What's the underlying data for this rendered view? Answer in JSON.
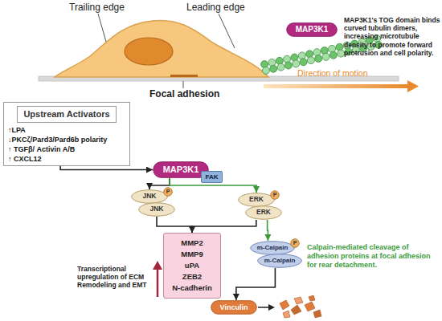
{
  "diagram": {
    "nodes": [
      {
        "text": [
          "MAP3K1"
        ]
      },
      {
        "text": [
          "Upstream Activators",
          "↑LPA",
          "↓PKCζ/Pard3/Pard6b polarity",
          "↑ TGFβ/ Activin A/B",
          "↑ CXCL12"
        ]
      },
      {
        "text": [
          "MAP3K1"
        ]
      },
      {
        "text": [
          "FAK"
        ]
      },
      {
        "text": [
          "JNK"
        ]
      },
      {
        "text": [
          "P"
        ]
      },
      {
        "text": [
          "JNK"
        ]
      },
      {
        "text": [
          "ERK"
        ]
      },
      {
        "text": [
          "P"
        ]
      },
      {
        "text": [
          "ERK"
        ]
      },
      {
        "text": [
          "MMP2",
          "MMP9",
          "uPA",
          "ZEB2",
          "N-cadherin"
        ]
      },
      {
        "text": [
          "m-Calpain"
        ]
      },
      {
        "text": [
          "P"
        ]
      },
      {
        "text": [
          "m-Calpain"
        ]
      },
      {
        "text": [
          "Vinculin"
        ]
      }
    ],
    "edges": [
      {
        "from": 1,
        "to": 2,
        "arrow": "to"
      },
      {
        "from": 2,
        "to": 4,
        "arrow": "to"
      },
      {
        "from": 2,
        "to": 7,
        "arrow": "to"
      },
      {
        "from": 6,
        "to": 10,
        "arrow": "to"
      },
      {
        "from": 9,
        "to": 10,
        "arrow": "to"
      },
      {
        "from": 9,
        "to": 11,
        "arrow": "to"
      },
      {
        "from": 13,
        "to": 14,
        "arrow": "to"
      }
    ],
    "labels": [
      "Trailing edge",
      "Leading edge",
      "MAP3K1's TOG domain binds curved tubulin dimers, increasing microtubule density to promote forward protrusion and cell polarity.",
      "Focal adhesion",
      "Direction of motion",
      "Transcriptional upregulation of ECM Remodeling and EMT",
      "Calpain-mediated cleavage of adhesion proteins at focal adhesion for rear detachment."
    ]
  }
}
